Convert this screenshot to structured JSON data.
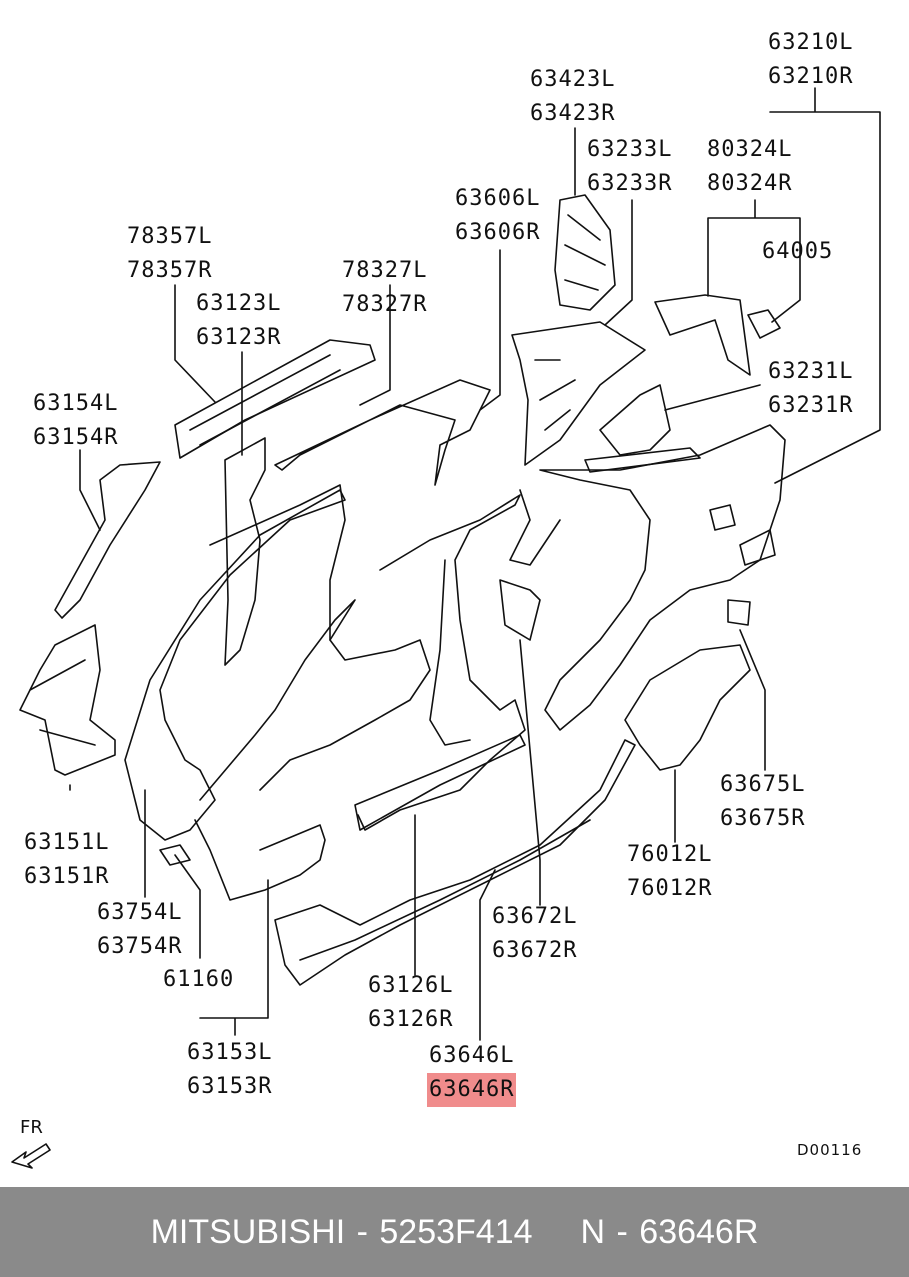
{
  "labels": {
    "p63210": [
      "63210L",
      "63210R"
    ],
    "p63423": [
      "63423L",
      "63423R"
    ],
    "p63233": [
      "63233L",
      "63233R"
    ],
    "p80324": [
      "80324L",
      "80324R"
    ],
    "p63606": [
      "63606L",
      "63606R"
    ],
    "p64005": [
      "64005"
    ],
    "p78357": [
      "78357L",
      "78357R"
    ],
    "p78327": [
      "78327L",
      "78327R"
    ],
    "p63123": [
      "63123L",
      "63123R"
    ],
    "p63231": [
      "63231L",
      "63231R"
    ],
    "p63154": [
      "63154L",
      "63154R"
    ],
    "p63151": [
      "63151L",
      "63151R"
    ],
    "p63754": [
      "63754L",
      "63754R"
    ],
    "p61160": [
      "61160"
    ],
    "p63153": [
      "63153L",
      "63153R"
    ],
    "p63126": [
      "63126L",
      "63126R"
    ],
    "p63646": [
      "63646L",
      "63646R"
    ],
    "p63672": [
      "63672L",
      "63672R"
    ],
    "p76012": [
      "76012L",
      "76012R"
    ],
    "p63675": [
      "63675L",
      "63675R"
    ]
  },
  "highlight": {
    "part": "63646R",
    "color": "#f08c8c"
  },
  "reference_code": "D00116",
  "direction_label": "FR",
  "footer": {
    "brand": "MITSUBISHI",
    "part_number": "5253F414",
    "oem_code": "N - 63646R",
    "separator": " - "
  },
  "colors": {
    "line": "#111111",
    "footer_bg": "#8a8a8a",
    "footer_text": "#ffffff"
  }
}
